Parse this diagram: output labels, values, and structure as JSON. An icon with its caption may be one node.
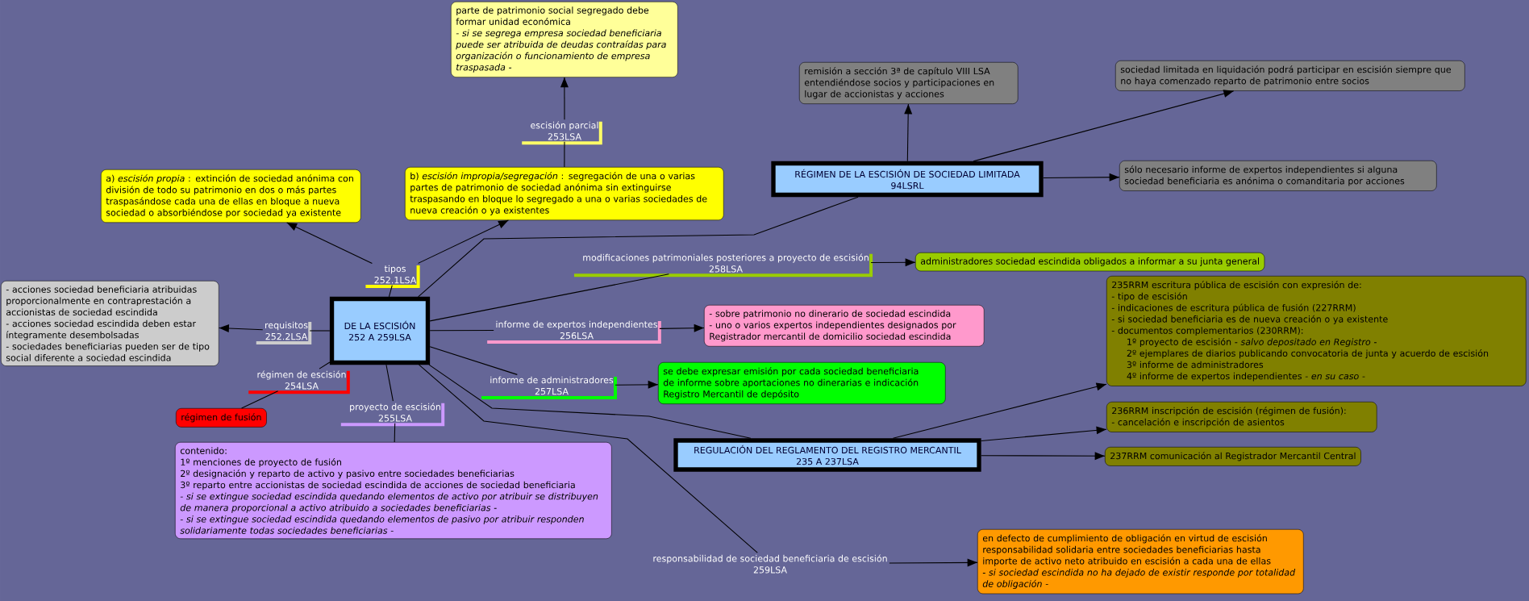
{
  "diagram": {
    "nodes": [
      {
        "text": [
          "parte de patrimonio social segregado debe formar unidad económica",
          "- si se segrega empresa sociedad beneficiaria puede ser atribuida de deudas contraídas para organización o funcionamiento de empresa traspasada -"
        ]
      },
      {
        "text": [
          "remisión a sección 3ª de capítulo VIII LSA entendiéndose socios y participaciones en lugar de accionistas y acciones"
        ]
      },
      {
        "text": [
          "sociedad limitada en liquidación podrá participar en escisión siempre que no haya comenzado reparto de patrimonio entre socios"
        ]
      },
      {
        "text": [
          "escisión parcial",
          "253LSA"
        ]
      },
      {
        "text": [
          "a) *escisión propia* : extinción de sociedad anónima con división de todo su patrimonio en dos o más partes traspasándose cada una de ellas en bloque a nueva sociedad o absorbiéndose por sociedad ya existente"
        ]
      },
      {
        "text": [
          "b) *escisión impropia/segregación* : segregación de una o varias partes de patrimonio de sociedad anónima sin extinguirse traspasando en bloque lo segregado a una o varias sociedades de nueva creación o ya existentes"
        ]
      },
      {
        "text": [
          "RÉGIMEN DE LA ESCISIÓN DE SOCIEDAD LIMITADA",
          "94LSRL"
        ]
      },
      {
        "text": [
          "sólo necesario informe de expertos independientes si alguna sociedad beneficiaria es anónima o comanditaria por acciones"
        ]
      },
      {
        "text": [
          "modificaciones patrimoniales posteriores a proyecto de escisión",
          "258LSA"
        ]
      },
      {
        "text": [
          "administradores sociedad escindida obligados a informar a su junta general"
        ]
      },
      {
        "text": [
          "tipos",
          "252.1LSA"
        ]
      },
      {
        "text": [
          "235RRM escritura pública de escisión con expresión de:",
          "- tipo de escisión",
          "- indicaciones de escritura pública de fusión (227RRM)",
          "- si sociedad beneficiaria es de nueva creación o ya existente",
          "- documentos complementarios (230RRM):",
          "1º proyecto de escisión *- salvo depositado en Registro -*",
          "2º ejemplares de diarios publicando convocatoria de junta y acuerdo de escisión",
          "3º informe de administradores",
          "4º informe de expertos independientes *- en su caso -*"
        ]
      },
      {
        "text": [
          "- acciones sociedad beneficiaria atribuidas proporcionalmente en contraprestación a accionistas de sociedad escindida",
          "- acciones sociedad escindida deben estar íntegramente desembolsadas",
          "- sociedades beneficiarias pueden ser de tipo social diferente a sociedad escindida"
        ]
      },
      {
        "text": [
          "requisitos",
          "252.2LSA"
        ]
      },
      {
        "text": [
          "DE LA ESCISIÓN",
          "252 A 259LSA"
        ]
      },
      {
        "text": [
          "informe de expertos independientes",
          "256LSA"
        ]
      },
      {
        "text": [
          "- sobre patrimonio no dinerario de sociedad escindida",
          "- uno o varios expertos independientes designados por Registrador mercantil de domicilio sociedad escindida"
        ]
      },
      {
        "text": [
          "régimen de escisión",
          "254LSA"
        ]
      },
      {
        "text": [
          "informe de administradores",
          "257LSA"
        ]
      },
      {
        "text": [
          "se debe expresar emisión por cada sociedad beneficiaria de informe sobre aportaciones no dinerarias e indicación Registro Mercantil de depósito"
        ]
      },
      {
        "text": [
          "régimen de fusión"
        ]
      },
      {
        "text": [
          "proyecto de escisión",
          "255LSA"
        ]
      },
      {
        "text": [
          "236RRM inscripción de escisión (régimen de fusión):",
          "- cancelación e inscripción de asientos"
        ]
      },
      {
        "text": [
          "REGULACIÓN DEL REGLAMENTO DEL REGISTRO MERCANTIL",
          "235 A 237LSA"
        ]
      },
      {
        "text": [
          "237RRM comunicación al Registrador Mercantil Central"
        ]
      },
      {
        "text": [
          "contenido:",
          "1º menciones de proyecto de fusión",
          "2º designación y reparto de activo y pasivo entre sociedades beneficiarias",
          "3º reparto entre accionistas de sociedad escindida de acciones de sociedad beneficiaria",
          "- si se extingue sociedad escindida quedando elementos de activo por atribuir se distribuyen de manera proporcional a activo atribuido a sociedades beneficiarias -",
          "- si se extingue sociedad escindida quedando elementos de pasivo por atribuir responden solidariamente todas sociedades beneficiarias -"
        ]
      },
      {
        "text": [
          "responsabilidad de sociedad beneficiaria de escisión",
          "259LSA"
        ]
      },
      {
        "text": [
          "en defecto de cumplimiento de obligación en virtud de escisión responsabilidad solidaria entre sociedades beneficiarias hasta importe de activo neto atribuido en escisión a cada una de ellas",
          "- si sociedad escindida no ha dejado de existir responde por totalidad de obligación -"
        ]
      }
    ],
    "edges": [
      {
        "from": 14,
        "to": 10,
        "arrow": "none"
      },
      {
        "from": 10,
        "to": 4,
        "arrow": "to"
      },
      {
        "from": 10,
        "to": 5,
        "arrow": "to"
      },
      {
        "from": 5,
        "to": 3,
        "arrow": "none"
      },
      {
        "from": 3,
        "to": 0,
        "arrow": "to"
      },
      {
        "from": 14,
        "to": 13,
        "arrow": "none"
      },
      {
        "from": 13,
        "to": 12,
        "arrow": "to"
      },
      {
        "from": 14,
        "to": 17,
        "arrow": "none"
      },
      {
        "from": 17,
        "to": 20,
        "arrow": "none"
      },
      {
        "from": 14,
        "to": 21,
        "arrow": "none"
      },
      {
        "from": 21,
        "to": 25,
        "arrow": "none"
      },
      {
        "from": 14,
        "to": 15,
        "arrow": "none"
      },
      {
        "from": 15,
        "to": 16,
        "arrow": "to"
      },
      {
        "from": 14,
        "to": 18,
        "arrow": "none"
      },
      {
        "from": 18,
        "to": 19,
        "arrow": "to"
      },
      {
        "from": 14,
        "to": 8,
        "arrow": "none"
      },
      {
        "from": 8,
        "to": 9,
        "arrow": "to"
      },
      {
        "from": 14,
        "to": 6,
        "arrow": "none"
      },
      {
        "from": 6,
        "to": 1,
        "arrow": "to"
      },
      {
        "from": 6,
        "to": 2,
        "arrow": "to"
      },
      {
        "from": 6,
        "to": 7,
        "arrow": "to"
      },
      {
        "from": 14,
        "to": 23,
        "arrow": "none"
      },
      {
        "from": 23,
        "to": 11,
        "arrow": "to"
      },
      {
        "from": 23,
        "to": 22,
        "arrow": "to"
      },
      {
        "from": 23,
        "to": 24,
        "arrow": "to"
      },
      {
        "from": 14,
        "to": 26,
        "arrow": "none"
      },
      {
        "from": 26,
        "to": 27,
        "arrow": "to"
      }
    ]
  }
}
